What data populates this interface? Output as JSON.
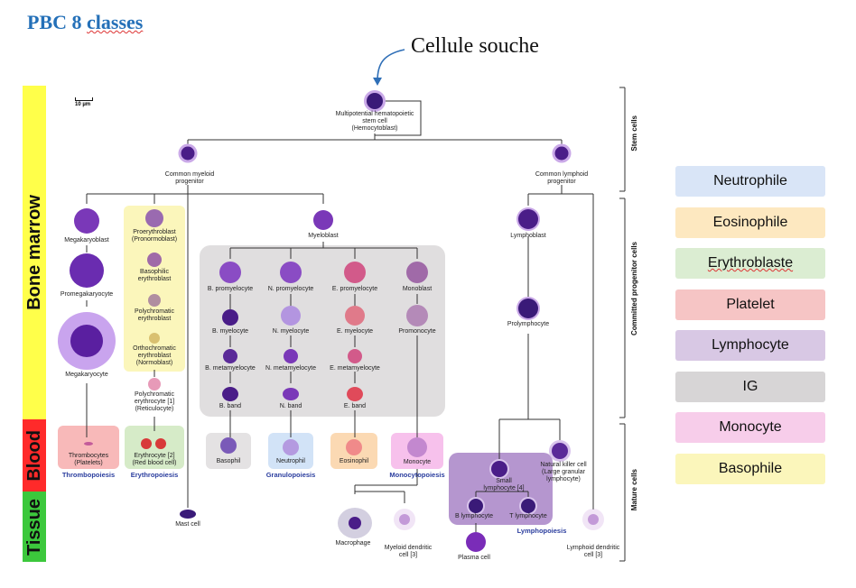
{
  "title": {
    "prefix": "PBC 8 ",
    "underlined": "classes"
  },
  "annotation": {
    "text": "Cellule souche"
  },
  "bands": {
    "bone_marrow": "Bone marrow",
    "blood": "Blood",
    "tissue": "Tissue"
  },
  "scale_bar": "10 µm",
  "right_labels": {
    "stem": "Stem cells",
    "committed": "Committed progenitor cells",
    "mature": "Mature cells"
  },
  "cells": {
    "stem": "Multipotential hematopoietic\nstem cell\n(Hemocytoblast)",
    "myeloid_prog": "Common myeloid\nprogenitor",
    "lymphoid_prog": "Common lymphoid\nprogenitor",
    "megakaryoblast": "Megakaryoblast",
    "promegakaryocyte": "Promegakaryocyte",
    "megakaryocyte": "Megakaryocyte",
    "proerythroblast": "Proerythroblast\n(Pronormoblast)",
    "basophilic_ery": "Basophilic\nerythroblast",
    "polychromatic_ery": "Polychromatic\nerythroblast",
    "orthochromatic_ery": "Orthochromatic\nerythroblast\n(Normoblast)",
    "reticulocyte": "Polychromatic\nerythrocyte [1]\n(Reticulocyte)",
    "myeloblast": "Myeloblast",
    "b_promyelocyte": "B. promyelocyte",
    "n_promyelocyte": "N. promyelocyte",
    "e_promyelocyte": "E. promyelocyte",
    "monoblast": "Monoblast",
    "b_myelocyte": "B. myelocyte",
    "n_myelocyte": "N. myelocyte",
    "e_myelocyte": "E. myelocyte",
    "promonocyte": "Promonocyte",
    "b_metamyelocyte": "B. metamyelocyte",
    "n_metamyelocyte": "N. metamyelocyte",
    "e_metamyelocyte": "E. metamyelocyte",
    "b_band": "B. band",
    "n_band": "N. band",
    "e_band": "E. band",
    "lymphoblast": "Lymphoblast",
    "prolymphocyte": "Prolymphocyte",
    "thrombocytes": "Thrombocytes\n(Platelets)",
    "erythrocyte": "Erythrocyte [2]\n(Red blood cell)",
    "basophil": "Basophil",
    "neutrophil": "Neutrophil",
    "eosinophil": "Eosinophil",
    "monocyte": "Monocyte",
    "small_lymphocyte": "Small\nlymphocyte [4]",
    "nk_cell": "Natural killer cell\n(Large granular\nlymphocyte)",
    "b_lymphocyte": "B lymphocyte",
    "t_lymphocyte": "T lymphocyte",
    "mast_cell": "Mast cell",
    "macrophage": "Macrophage",
    "myeloid_dendritic": "Myeloid dendritic\ncell [3]",
    "plasma_cell": "Plasma cell",
    "lymphoid_dendritic": "Lymphoid dendritic\ncell [3]"
  },
  "processes": {
    "thrombopoiesis": "Thrombopoiesis",
    "erythropoiesis": "Erythropoiesis",
    "granulopoiesis": "Granulopoiesis",
    "monocytopoiesis": "Monocytopoiesis",
    "lymphopoiesis": "Lymphopoiesis"
  },
  "legend": [
    {
      "label": "Neutrophile",
      "color": "#d9e5f7"
    },
    {
      "label": "Eosinophile",
      "color": "#fde8c0"
    },
    {
      "label": "Erythroblaste",
      "color": "#dbedd2"
    },
    {
      "label": "Platelet",
      "color": "#f6c5c5"
    },
    {
      "label": "Lymphocyte",
      "color": "#d8c8e4"
    },
    {
      "label": "IG",
      "color": "#d7d5d6"
    },
    {
      "label": "Monocyte",
      "color": "#f7cdea"
    },
    {
      "label": "Basophile",
      "color": "#fbf6bb"
    }
  ],
  "colors": {
    "title": "#2470b8",
    "band_yellow": "#ffff4a",
    "band_red": "#ff2a2a",
    "band_green": "#3cc83c",
    "process_text": "#2a3d9e",
    "cell_purple": "#5b1d8f"
  }
}
